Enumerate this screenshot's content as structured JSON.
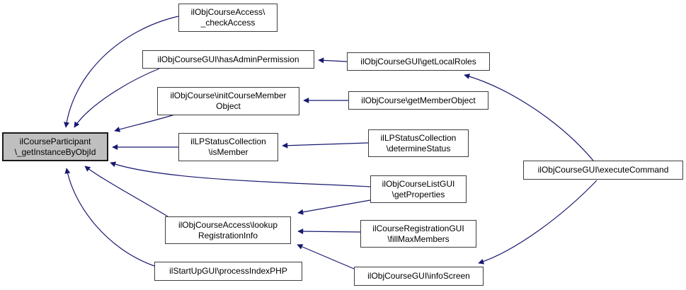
{
  "diagram": {
    "type": "call-graph",
    "description": "Caller graph: arrows point from calling functions to the called function",
    "highlighted_node": "ilCourseParticipant\\_getInstanceByObjId"
  },
  "colors": {
    "background": "#ffffff",
    "edge": "#191970",
    "node_fill": "#ffffff",
    "node_border": "#3d3d3d",
    "highlight_fill": "#bfbfbf",
    "text": "#000000"
  },
  "nodes": [
    {
      "id": "getInstanceByObjId",
      "label": "ilCourseParticipant\n\\_getInstanceByObjId",
      "highlighted": true
    },
    {
      "id": "checkAccess",
      "label": "ilObjCourseAccess\\\n_checkAccess",
      "highlighted": false
    },
    {
      "id": "hasAdminPermission",
      "label": "ilObjCourseGUI\\hasAdminPermission",
      "highlighted": false
    },
    {
      "id": "initCourseMemberObject",
      "label": "ilObjCourse\\initCourseMember\nObject",
      "highlighted": false
    },
    {
      "id": "isMember",
      "label": "ilLPStatusCollection\n\\isMember",
      "highlighted": false
    },
    {
      "id": "getLocalRoles",
      "label": "ilObjCourseGUI\\getLocalRoles",
      "highlighted": false
    },
    {
      "id": "getMemberObject",
      "label": "ilObjCourse\\getMemberObject",
      "highlighted": false
    },
    {
      "id": "determineStatus",
      "label": "ilLPStatusCollection\n\\determineStatus",
      "highlighted": false
    },
    {
      "id": "executeCommand",
      "label": "ilObjCourseGUI\\executeCommand",
      "highlighted": false
    },
    {
      "id": "getProperties",
      "label": "ilObjCourseListGUI\n\\getProperties",
      "highlighted": false
    },
    {
      "id": "fillMaxMembers",
      "label": "ilCourseRegistrationGUI\n\\fillMaxMembers",
      "highlighted": false
    },
    {
      "id": "infoScreen",
      "label": "ilObjCourseGUI\\infoScreen",
      "highlighted": false
    },
    {
      "id": "lookupRegistrationInfo",
      "label": "ilObjCourseAccess\\lookup\nRegistrationInfo",
      "highlighted": false
    },
    {
      "id": "processIndexPHP",
      "label": "ilStartUpGUI\\processIndexPHP",
      "highlighted": false
    }
  ],
  "edges": [
    {
      "from": "ilObjCourseAccess\\_checkAccess",
      "to": "ilCourseParticipant\\_getInstanceByObjId"
    },
    {
      "from": "ilObjCourseGUI\\hasAdminPermission",
      "to": "ilCourseParticipant\\_getInstanceByObjId"
    },
    {
      "from": "ilObjCourse\\initCourseMemberObject",
      "to": "ilCourseParticipant\\_getInstanceByObjId"
    },
    {
      "from": "ilLPStatusCollection\\isMember",
      "to": "ilCourseParticipant\\_getInstanceByObjId"
    },
    {
      "from": "ilObjCourseListGUI\\getProperties",
      "to": "ilCourseParticipant\\_getInstanceByObjId"
    },
    {
      "from": "ilObjCourseAccess\\lookupRegistrationInfo",
      "to": "ilCourseParticipant\\_getInstanceByObjId"
    },
    {
      "from": "ilStartUpGUI\\processIndexPHP",
      "to": "ilCourseParticipant\\_getInstanceByObjId"
    },
    {
      "from": "ilObjCourseGUI\\getLocalRoles",
      "to": "ilObjCourseGUI\\hasAdminPermission"
    },
    {
      "from": "ilObjCourse\\getMemberObject",
      "to": "ilObjCourse\\initCourseMemberObject"
    },
    {
      "from": "ilLPStatusCollection\\determineStatus",
      "to": "ilLPStatusCollection\\isMember"
    },
    {
      "from": "ilObjCourseGUI\\executeCommand",
      "to": "ilObjCourseGUI\\getLocalRoles"
    },
    {
      "from": "ilObjCourseGUI\\executeCommand",
      "to": "ilObjCourseGUI\\infoScreen"
    },
    {
      "from": "ilObjCourseListGUI\\getProperties",
      "to": "ilObjCourseAccess\\lookupRegistrationInfo"
    },
    {
      "from": "ilCourseRegistrationGUI\\fillMaxMembers",
      "to": "ilObjCourseAccess\\lookupRegistrationInfo"
    },
    {
      "from": "ilObjCourseGUI\\infoScreen",
      "to": "ilObjCourseAccess\\lookupRegistrationInfo"
    }
  ]
}
